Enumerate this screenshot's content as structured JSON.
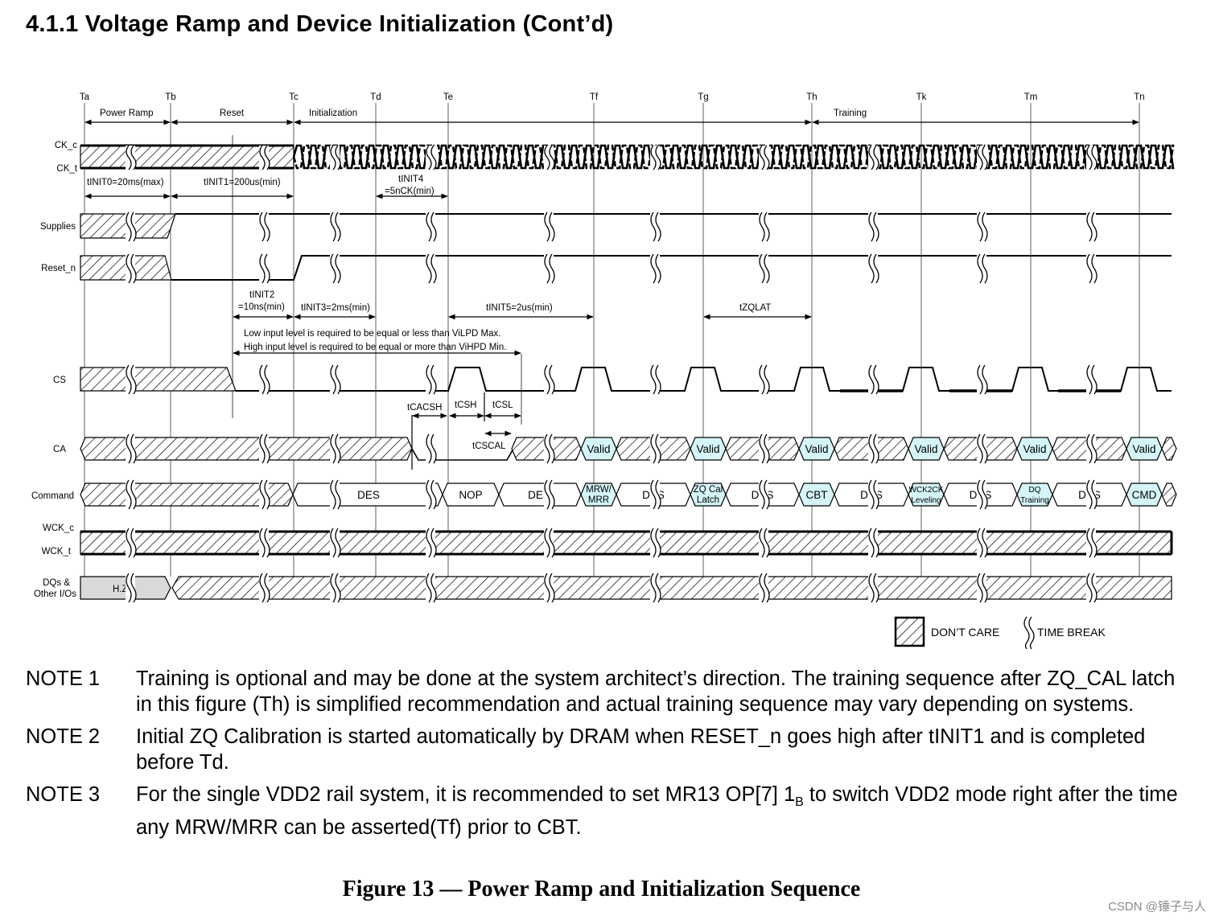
{
  "heading": "4.1.1  Voltage Ramp and Device Initialization (Cont’d)",
  "timepoints": [
    "Ta",
    "Tb",
    "Tc",
    "Td",
    "Te",
    "Tf",
    "Tg",
    "Th",
    "Tk",
    "Tm",
    "Tn"
  ],
  "phases": [
    "Power Ramp",
    "Reset",
    "Initialization",
    "Training"
  ],
  "signals": [
    "CK_c",
    "CK_t",
    "Supplies",
    "Reset_n",
    "CS",
    "CA",
    "Command",
    "WCK_c",
    "WCK_t",
    "DQs  &",
    "Other I/Os"
  ],
  "timing": {
    "tinit0": "tINIT0=20ms(max)",
    "tinit1": "tINIT1=200us(min)",
    "tinit4_a": "tINIT4",
    "tinit4_b": "=5nCK(min)",
    "tinit2_a": "tINIT2",
    "tinit2_b": "=10ns(min)",
    "tinit3": "tINIT3=2ms(min)",
    "tinit5": "tINIT5=2us(min)",
    "tzqlat": "tZQLAT",
    "tcacsh": "tCACSH",
    "tcsh": "tCSH",
    "tcsl": "tCSL",
    "tcscal": "tCSCAL"
  },
  "level_notes": {
    "low": "Low input level is required to be equal or less than ViLPD Max.",
    "high": "High input level is required to be equal or more than ViHPD Min."
  },
  "ca_valid": "Valid",
  "commands": {
    "des": "DES",
    "nop": "NOP",
    "mrw_a": "MRW/",
    "mrw_b": "MRR",
    "zq_a": "ZQ Cal",
    "zq_b": "Latch",
    "cbt": "CBT",
    "wck_a": "WCK2CK",
    "wck_b": "Leveling",
    "dq_a": "DQ",
    "dq_b": "Training",
    "cmd": "CMD"
  },
  "hz": "H.Z",
  "legend": {
    "dont_care": "DON’T CARE",
    "time_break": "TIME BREAK"
  },
  "notes": [
    {
      "label": "NOTE 1",
      "text": "Training is optional and may be done at the system architect’s direction. The training sequence after ZQ_CAL latch in this figure (Th) is simplified recommendation and actual training sequence may vary depending on systems."
    },
    {
      "label": "NOTE 2",
      "text": "Initial ZQ Calibration is started automatically by DRAM when RESET_n goes high after tINIT1 and is completed before Td."
    },
    {
      "label": "NOTE 3",
      "text_a": "For the single VDD2 rail system, it is recommended to set MR13 OP[7] 1",
      "text_sub": "B",
      "text_b": " to switch VDD2 mode right after the time any MRW/MRR can be asserted(Tf) prior to CBT."
    }
  ],
  "caption": "Figure 13 — Power Ramp and Initialization Sequence",
  "watermark": "CSDN @锤子与人",
  "colors": {
    "valid_fill": "#d4f4f8",
    "hz_fill": "#d9d9d9",
    "line": "#000000"
  }
}
